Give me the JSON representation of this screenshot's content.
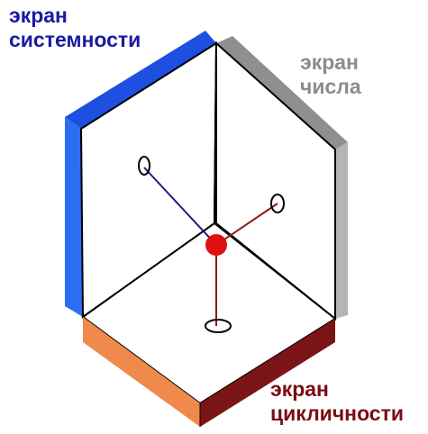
{
  "screens": {
    "systemic": {
      "line1": "экран",
      "line2": "системности",
      "color": "#1a1aa0",
      "panel_color": "#1f4fe0"
    },
    "number": {
      "line1": "экран",
      "line2": "числа",
      "color": "#8c8c8c",
      "panel_color": "#a6a6a6"
    },
    "cyclic": {
      "line1": "экран",
      "line2": "цикличности",
      "color": "#7a0d12",
      "panel_color": "#7b1416",
      "front_color": "#f08a4b"
    }
  },
  "center_point_color": "#e01010",
  "axis_colors": {
    "left": "#1a1a8c",
    "right": "#8c1a1a",
    "down": "#8c1a1a"
  }
}
